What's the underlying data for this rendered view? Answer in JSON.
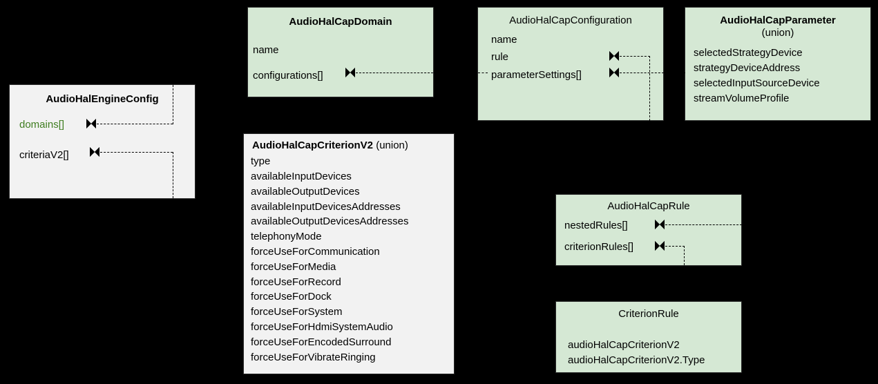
{
  "diagram": {
    "kind": "uml-class-diagram",
    "background_color": "#000000",
    "box_fill_green": "#d5e8d4",
    "box_fill_grey": "#f2f2f2",
    "highlight_text_color": "#3f7d20",
    "connector_style": "dashed-composition"
  },
  "classes": {
    "engine_config": {
      "title": "AudioHalEngineConfig",
      "fields": [
        {
          "label": "domains[]",
          "highlighted": true
        },
        {
          "label": "criteriaV2[]",
          "highlighted": false
        }
      ]
    },
    "cap_domain": {
      "title": "AudioHalCapDomain",
      "fields": [
        {
          "label": "name"
        },
        {
          "label": "configurations[]"
        }
      ]
    },
    "cap_configuration": {
      "title": "AudioHalCapConfiguration",
      "fields": [
        {
          "label": "name"
        },
        {
          "label": "rule"
        },
        {
          "label": "parameterSettings[]"
        }
      ]
    },
    "cap_parameter": {
      "title": "AudioHalCapParameter",
      "subtitle": "(union)",
      "fields": [
        {
          "label": "selectedStrategyDevice"
        },
        {
          "label": "strategyDeviceAddress"
        },
        {
          "label": "selectedInputSourceDevice"
        },
        {
          "label": "streamVolumeProfile"
        }
      ]
    },
    "cap_criterion_v2": {
      "title": "AudioHalCapCriterionV2",
      "title_suffix": "(union)",
      "fields": [
        "type",
        "availableInputDevices",
        "availableOutputDevices",
        "availableInputDevicesAddresses",
        "availableOutputDevicesAddresses",
        "telephonyMode",
        "forceUseForCommunication",
        "forceUseForMedia",
        "forceUseForRecord",
        "forceUseForDock",
        "forceUseForSystem",
        "forceUseForHdmiSystemAudio",
        "forceUseForEncodedSurround",
        "forceUseForVibrateRinging"
      ]
    },
    "cap_rule": {
      "title": "AudioHalCapRule",
      "fields": [
        {
          "label": "nestedRules[]"
        },
        {
          "label": "criterionRules[]"
        }
      ]
    },
    "criterion_rule": {
      "title": "CriterionRule",
      "fields": [
        "audioHalCapCriterionV2",
        "audioHalCapCriterionV2.Type"
      ]
    }
  },
  "relations": [
    {
      "from": "AudioHalEngineConfig.domains[]",
      "to": "AudioHalCapDomain",
      "type": "composition"
    },
    {
      "from": "AudioHalEngineConfig.criteriaV2[]",
      "to": "AudioHalCapCriterionV2",
      "type": "composition"
    },
    {
      "from": "AudioHalCapDomain.configurations[]",
      "to": "AudioHalCapConfiguration",
      "type": "composition"
    },
    {
      "from": "AudioHalCapConfiguration.rule",
      "to": "AudioHalCapRule",
      "type": "composition"
    },
    {
      "from": "AudioHalCapConfiguration.parameterSettings[]",
      "to": "AudioHalCapParameter",
      "type": "composition"
    },
    {
      "from": "AudioHalCapRule.nestedRules[]",
      "to": "AudioHalCapRule",
      "type": "composition"
    },
    {
      "from": "AudioHalCapRule.criterionRules[]",
      "to": "CriterionRule",
      "type": "composition"
    }
  ]
}
